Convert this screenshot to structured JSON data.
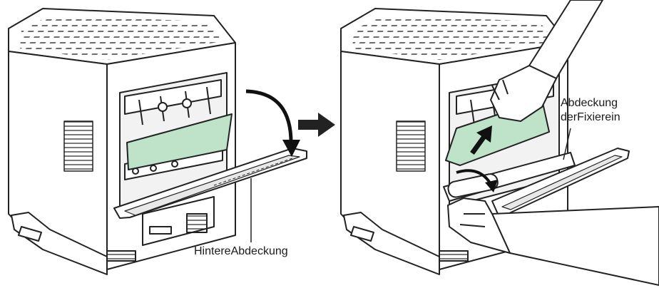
{
  "labels": {
    "rear_cover": "HintereAbdeckung",
    "fuser_cover_line1": "Abdeckung",
    "fuser_cover_line2": "derFixierein"
  },
  "colors": {
    "outline": "#222222",
    "paper": "#bfe3c8",
    "body": "#ffffff",
    "shadow": "#d9d9d9"
  },
  "icons": {
    "step_arrow": "right-arrow-icon",
    "open_arrow": "curved-arrow-icon",
    "pull_arrow": "up-arrow-icon",
    "turn_arrow": "rotate-arrow-icon"
  }
}
